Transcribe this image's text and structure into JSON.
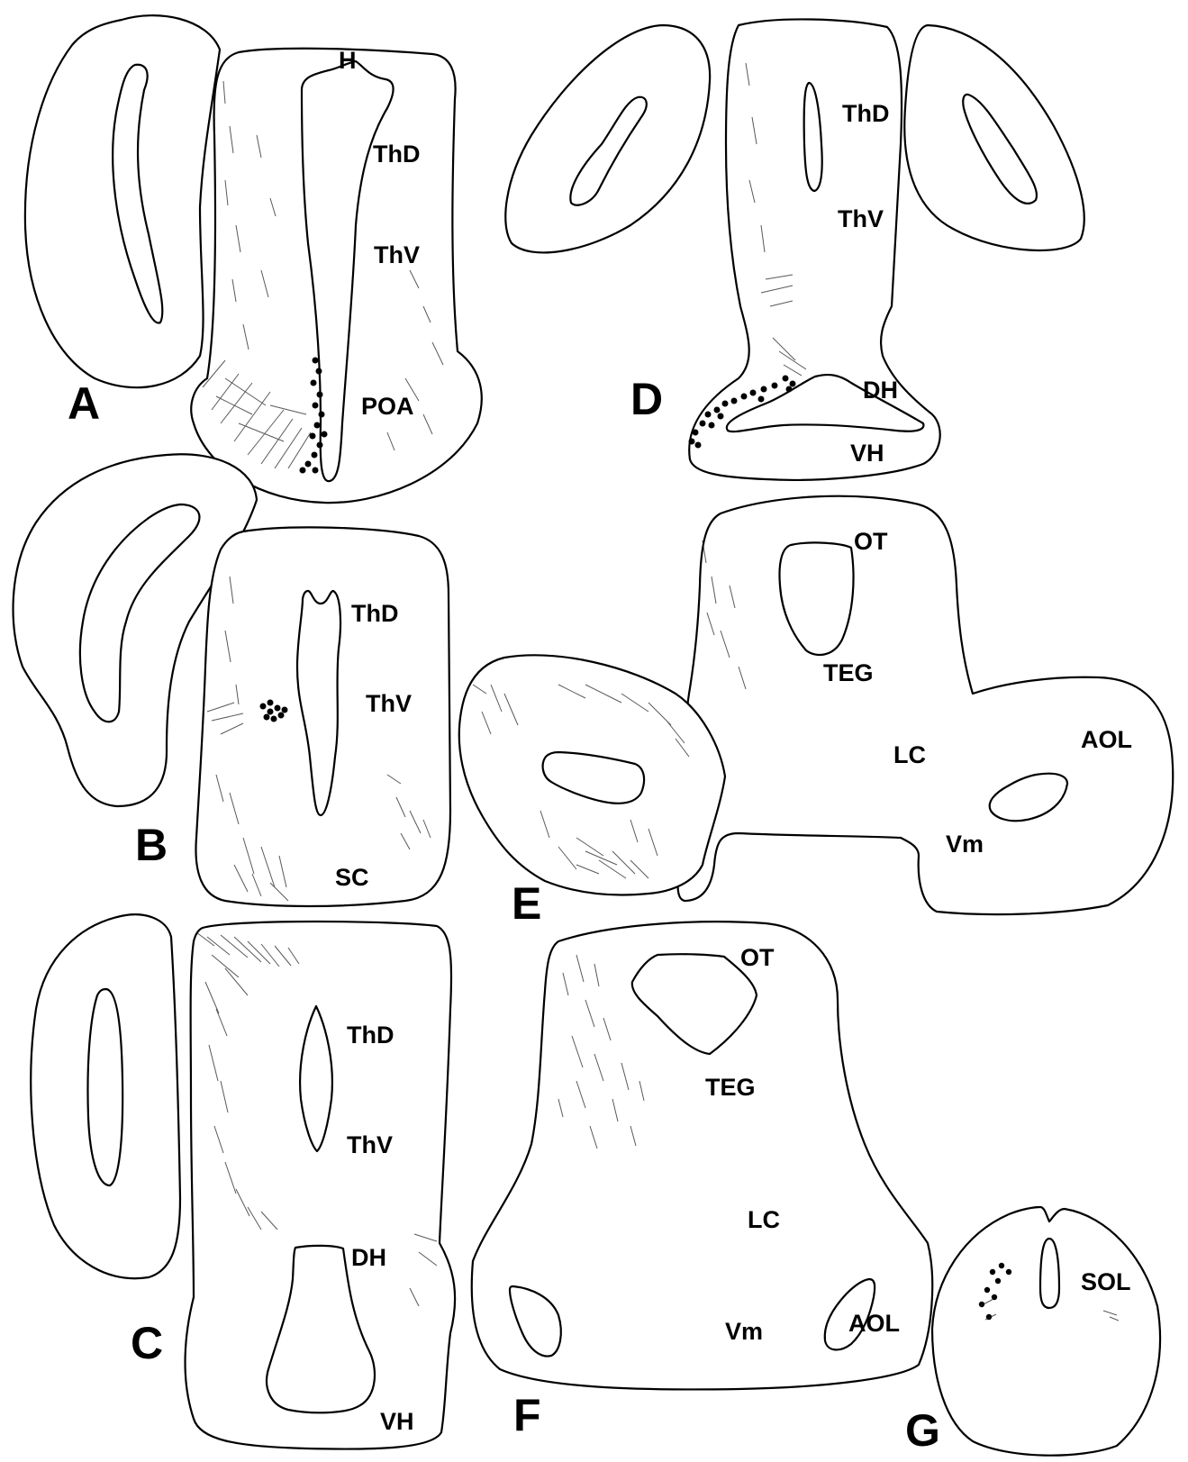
{
  "panels": {
    "a": {
      "letter": "A",
      "labels": {
        "h": "H",
        "thd": "ThD",
        "thv": "ThV",
        "poa": "POA"
      }
    },
    "b": {
      "letter": "B",
      "labels": {
        "thd": "ThD",
        "thv": "ThV",
        "sc": "SC"
      }
    },
    "c": {
      "letter": "C",
      "labels": {
        "thd": "ThD",
        "thv": "ThV",
        "dh": "DH",
        "vh": "VH"
      }
    },
    "d": {
      "letter": "D",
      "labels": {
        "thd": "ThD",
        "thv": "ThV",
        "dh": "DH",
        "vh": "VH"
      }
    },
    "e": {
      "letter": "E",
      "labels": {
        "ot": "OT",
        "teg": "TEG",
        "lc": "LC",
        "aol": "AOL",
        "vm": "Vm"
      }
    },
    "f": {
      "letter": "F",
      "labels": {
        "ot": "OT",
        "teg": "TEG",
        "lc": "LC",
        "aol": "AOL",
        "vm": "Vm"
      }
    },
    "g": {
      "letter": "G",
      "labels": {
        "sol": "SOL"
      }
    }
  }
}
